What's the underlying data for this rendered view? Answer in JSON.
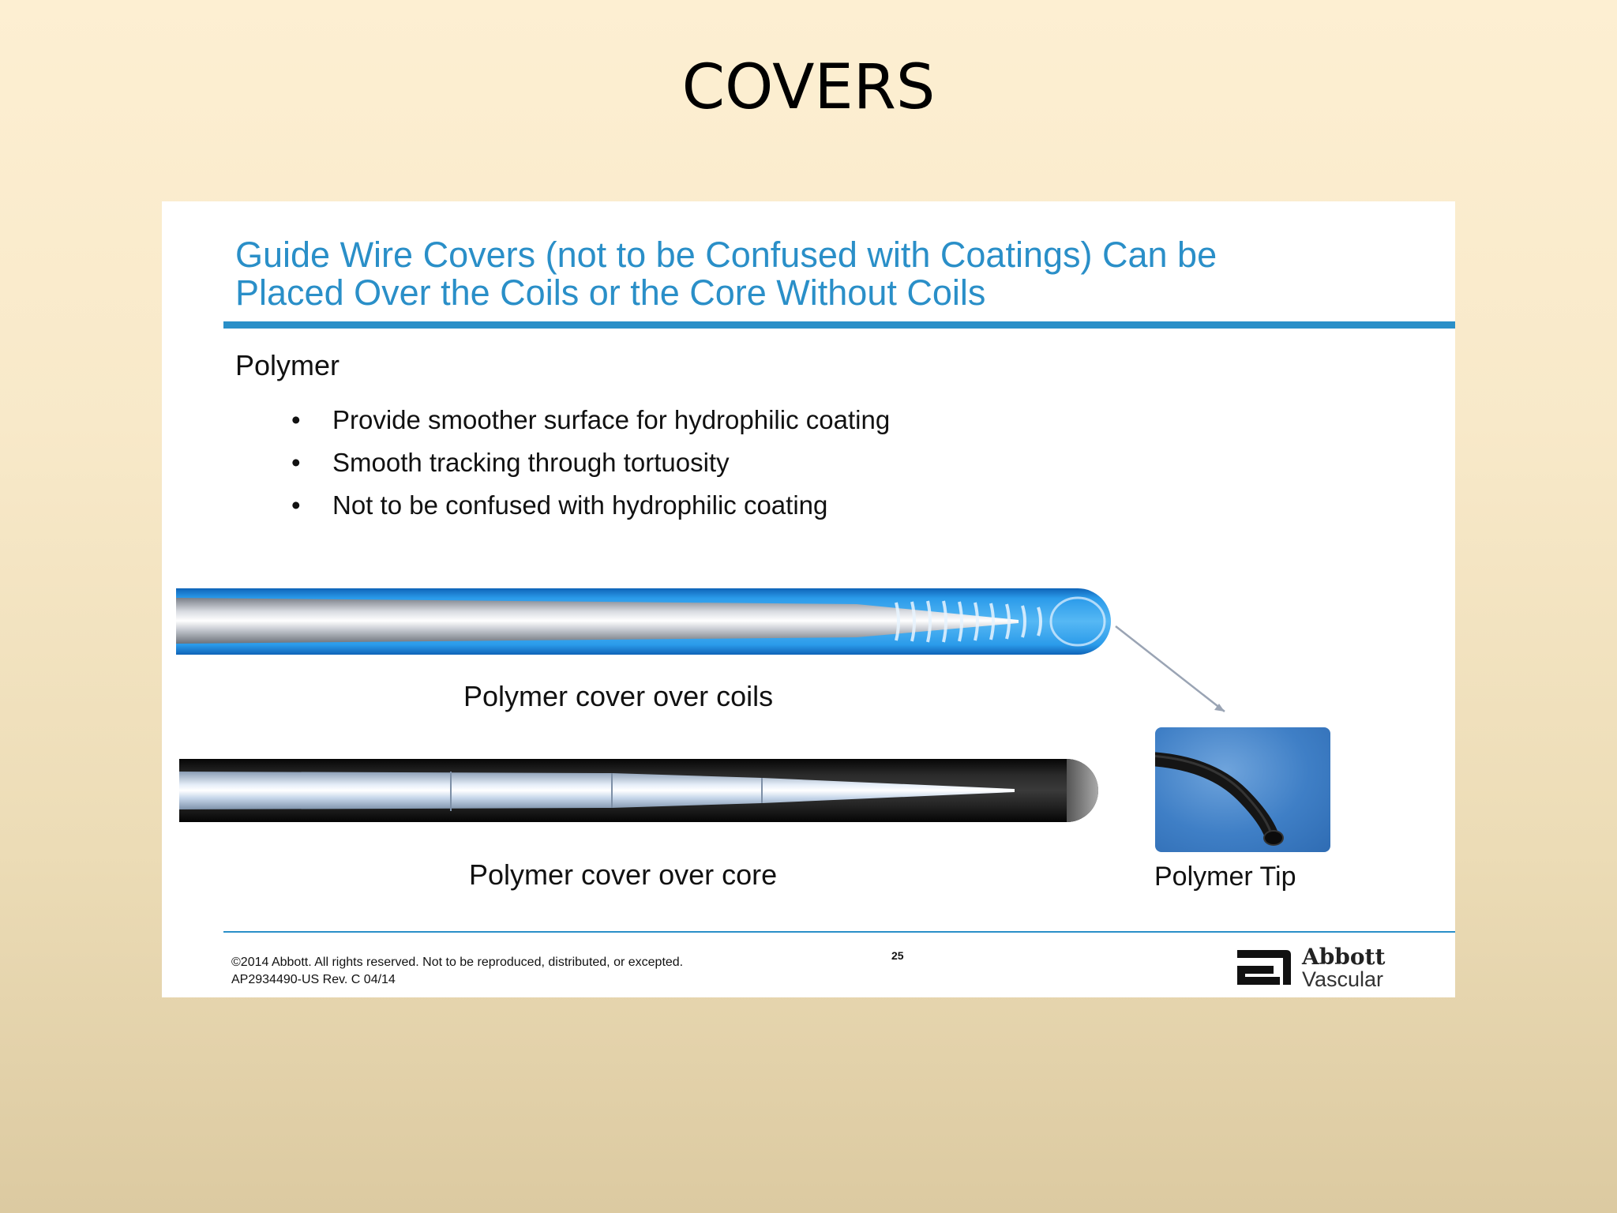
{
  "page": {
    "title": "COVERS"
  },
  "slide": {
    "heading_line1": "Guide Wire Covers (not to be Confused with Coatings) Can be",
    "heading_line2": "Placed Over the Coils or the Core Without Coils",
    "section_label": "Polymer",
    "bullets": [
      "Provide smoother surface for hydrophilic coating",
      "Smooth tracking through tortuosity",
      "Not to be confused with hydrophilic coating"
    ],
    "captions": {
      "coils": "Polymer cover over coils",
      "core": "Polymer cover over core",
      "tip": "Polymer Tip"
    },
    "footer": {
      "copyright": "©2014 Abbott. All rights reserved. Not to be reproduced, distributed, or excepted.",
      "doc_code": "AP2934490-US Rev. C 04/14",
      "page_number": "25"
    },
    "brand": {
      "name": "Abbott",
      "division": "Vascular"
    }
  },
  "colors": {
    "accent_blue": "#2a8fc8",
    "cover_blue": "#1e7fd0",
    "core_black": "#1a1a1a"
  },
  "icons": {
    "brand_logo": "abbott-logo-icon",
    "callout_arrow": "arrow-icon"
  }
}
